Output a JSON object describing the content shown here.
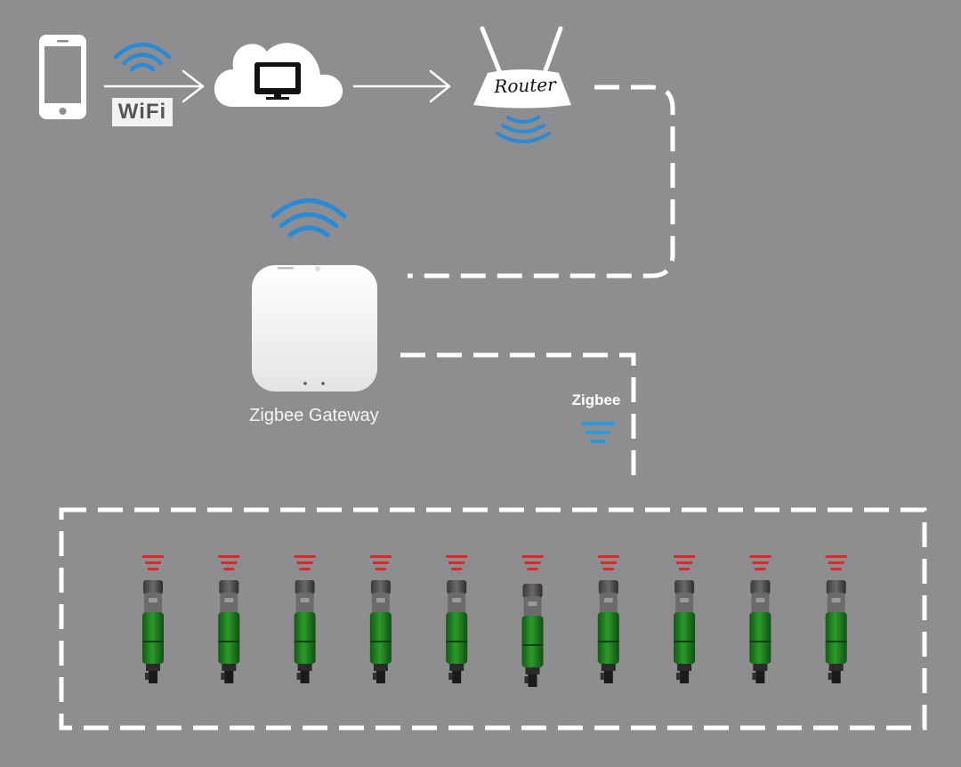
{
  "labels": {
    "wifi": "WiFi",
    "router": "Router",
    "gateway": "Zigbee Gateway",
    "zigbee": "Zigbee"
  },
  "colors": {
    "background": "#8e8d8f",
    "wifi_signal": "#2b8ad6",
    "zigbee_signal": "#2b9be0",
    "device_signal": "#e0262a",
    "device_body": "#1f7a1f",
    "dashed_line": "#ffffff"
  },
  "devices": {
    "count": 10,
    "type": "zigbee water valve",
    "signal_icon": "signal-bars-icon"
  }
}
